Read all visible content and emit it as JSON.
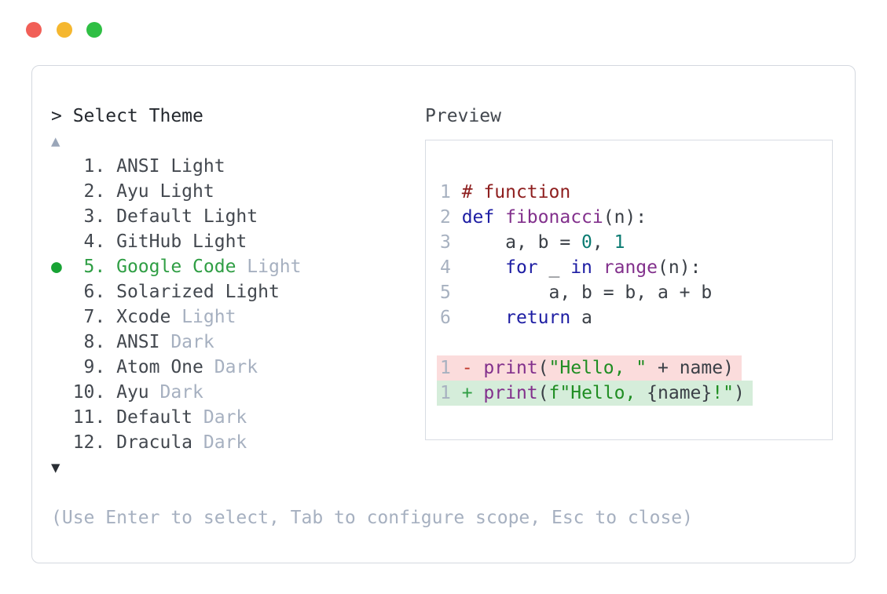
{
  "window_controls": {
    "close_color": "#f15f57",
    "minimize_color": "#f5b72f",
    "zoom_color": "#2fbf44"
  },
  "theme_selector": {
    "title": "> Select Theme",
    "scroll_up_glyph": "▲",
    "scroll_down_glyph": "▼",
    "selected_bullet_glyph": "●",
    "items": [
      {
        "number": "1",
        "name": "ANSI",
        "variant": "Light",
        "variant_muted": false,
        "selected": false
      },
      {
        "number": "2",
        "name": "Ayu",
        "variant": "Light",
        "variant_muted": false,
        "selected": false
      },
      {
        "number": "3",
        "name": "Default",
        "variant": "Light",
        "variant_muted": false,
        "selected": false
      },
      {
        "number": "4",
        "name": "GitHub",
        "variant": "Light",
        "variant_muted": false,
        "selected": false
      },
      {
        "number": "5",
        "name": "Google Code",
        "variant": "Light",
        "variant_muted": true,
        "selected": true
      },
      {
        "number": "6",
        "name": "Solarized",
        "variant": "Light",
        "variant_muted": false,
        "selected": false
      },
      {
        "number": "7",
        "name": "Xcode",
        "variant": "Light",
        "variant_muted": true,
        "selected": false
      },
      {
        "number": "8",
        "name": "ANSI",
        "variant": "Dark",
        "variant_muted": true,
        "selected": false
      },
      {
        "number": "9",
        "name": "Atom One",
        "variant": "Dark",
        "variant_muted": true,
        "selected": false
      },
      {
        "number": "10",
        "name": "Ayu",
        "variant": "Dark",
        "variant_muted": true,
        "selected": false
      },
      {
        "number": "11",
        "name": "Default",
        "variant": "Dark",
        "variant_muted": true,
        "selected": false
      },
      {
        "number": "12",
        "name": "Dracula",
        "variant": "Dark",
        "variant_muted": true,
        "selected": false
      }
    ],
    "help_text": "(Use Enter to select, Tab to configure scope, Esc to close)"
  },
  "preview": {
    "title": "Preview",
    "code_lines": [
      {
        "segments": [
          [
            "ln",
            "1 "
          ],
          [
            "com",
            "# function"
          ]
        ]
      },
      {
        "segments": [
          [
            "ln",
            "2 "
          ],
          [
            "kw",
            "def"
          ],
          [
            "pl",
            " "
          ],
          [
            "ty",
            "fibonacci"
          ],
          [
            "pl",
            "(n):"
          ]
        ]
      },
      {
        "segments": [
          [
            "ln",
            "3 "
          ],
          [
            "pl",
            "    a, b = "
          ],
          [
            "li",
            "0"
          ],
          [
            "pl",
            ", "
          ],
          [
            "li",
            "1"
          ]
        ]
      },
      {
        "segments": [
          [
            "ln",
            "4 "
          ],
          [
            "pl",
            "    "
          ],
          [
            "kw",
            "for"
          ],
          [
            "pl",
            " _ "
          ],
          [
            "kw",
            "in"
          ],
          [
            "pl",
            " "
          ],
          [
            "ty",
            "range"
          ],
          [
            "pl",
            "(n):"
          ]
        ]
      },
      {
        "segments": [
          [
            "ln",
            "5 "
          ],
          [
            "pl",
            "        a, b = b, a + b"
          ]
        ]
      },
      {
        "segments": [
          [
            "ln",
            "6 "
          ],
          [
            "pl",
            "    "
          ],
          [
            "kw",
            "return"
          ],
          [
            "pl",
            " a"
          ]
        ]
      },
      {
        "segments": []
      },
      {
        "diff": "removed",
        "segments": [
          [
            "ln",
            "1 "
          ],
          [
            "rm",
            "-"
          ],
          [
            "pl",
            " "
          ],
          [
            "ty",
            "print"
          ],
          [
            "pl",
            "("
          ],
          [
            "st",
            "\"Hello, \""
          ],
          [
            "pl",
            " + name)"
          ]
        ]
      },
      {
        "diff": "added",
        "segments": [
          [
            "ln",
            "1 "
          ],
          [
            "ad",
            "+"
          ],
          [
            "pl",
            " "
          ],
          [
            "ty",
            "print"
          ],
          [
            "pl",
            "("
          ],
          [
            "st",
            "f\"Hello, "
          ],
          [
            "pl",
            "{name}"
          ],
          [
            "st",
            "!\""
          ],
          [
            "pl",
            ")"
          ]
        ]
      }
    ]
  },
  "colors": {
    "accent_selected_green": "#2f9e44",
    "muted_gray": "#a6b0c0",
    "text_dark": "#43484f",
    "keyword_navy": "#1d1da3",
    "type_purple": "#82308c",
    "string_green": "#1f8d22",
    "literal_teal": "#0b7b72",
    "comment_red": "#8e1e1e",
    "diff_removed_bg": "#fbdcdc",
    "diff_added_bg": "#d5edda",
    "panel_border": "#d4d8df"
  }
}
